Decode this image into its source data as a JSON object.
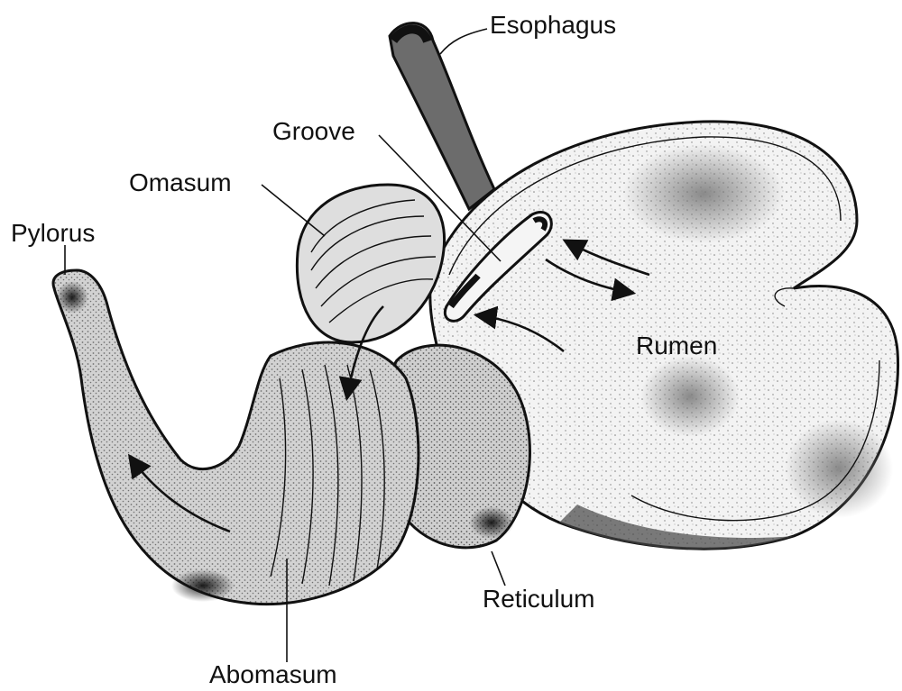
{
  "labels": {
    "esophagus": "Esophagus",
    "groove": "Groove",
    "omasum": "Omasum",
    "pylorus": "Pylorus",
    "rumen": "Rumen",
    "reticulum": "Reticulum",
    "abomasum": "Abomasum"
  }
}
